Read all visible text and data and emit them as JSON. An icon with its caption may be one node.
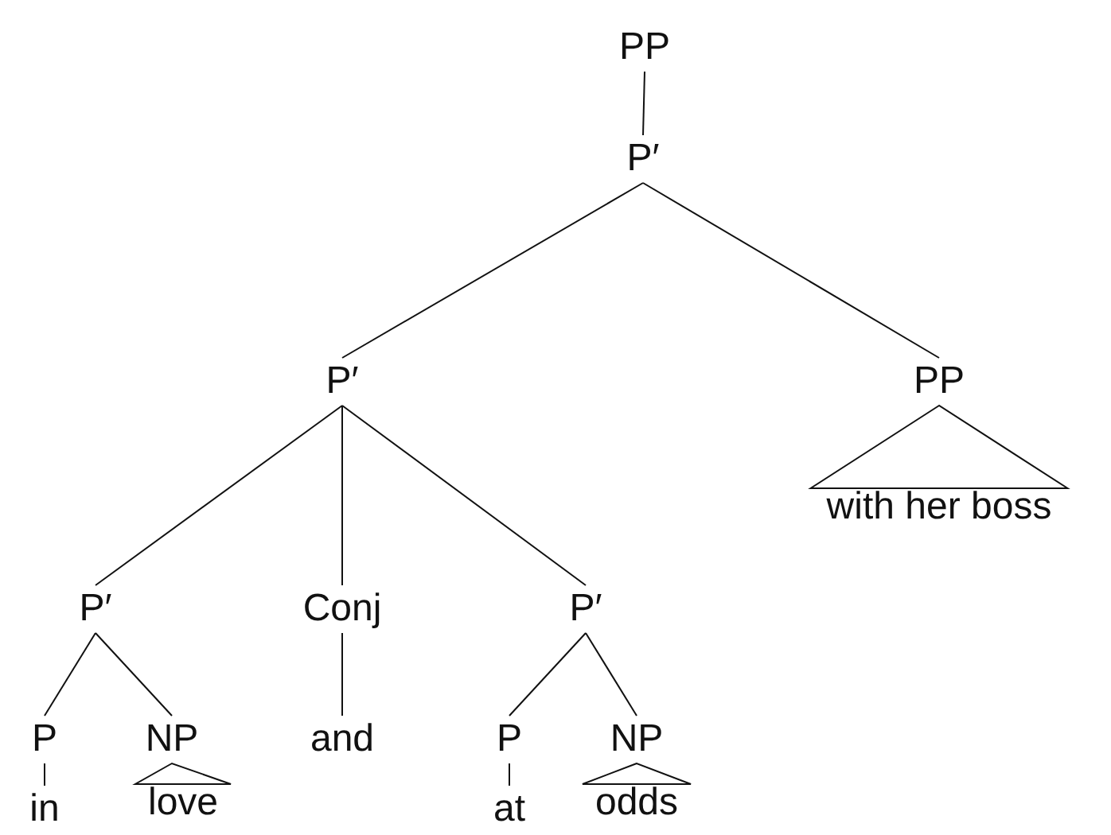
{
  "diagram": {
    "nodes": [
      {
        "text": [
          "PP"
        ]
      },
      {
        "text": [
          "P′"
        ]
      },
      {
        "text": [
          "P′"
        ]
      },
      {
        "text": [
          "PP"
        ]
      },
      {
        "text": [
          "with her boss"
        ]
      },
      {
        "text": [
          "P′"
        ]
      },
      {
        "text": [
          "Conj"
        ]
      },
      {
        "text": [
          "P′"
        ]
      },
      {
        "text": [
          "P"
        ]
      },
      {
        "text": [
          "NP"
        ]
      },
      {
        "text": [
          "and"
        ]
      },
      {
        "text": [
          "P"
        ]
      },
      {
        "text": [
          "NP"
        ]
      },
      {
        "text": [
          "in"
        ]
      },
      {
        "text": [
          "love"
        ]
      },
      {
        "text": [
          "at"
        ]
      },
      {
        "text": [
          "odds"
        ]
      }
    ],
    "edges": [
      {
        "from": 0,
        "to": 1,
        "arrow": "none"
      },
      {
        "from": 1,
        "to": 2,
        "arrow": "none"
      },
      {
        "from": 1,
        "to": 3,
        "arrow": "none"
      },
      {
        "from": 3,
        "to": 4,
        "arrow": "none"
      },
      {
        "from": 2,
        "to": 5,
        "arrow": "none"
      },
      {
        "from": 2,
        "to": 6,
        "arrow": "none"
      },
      {
        "from": 2,
        "to": 7,
        "arrow": "none"
      },
      {
        "from": 5,
        "to": 8,
        "arrow": "none"
      },
      {
        "from": 5,
        "to": 9,
        "arrow": "none"
      },
      {
        "from": 6,
        "to": 10,
        "arrow": "none"
      },
      {
        "from": 7,
        "to": 11,
        "arrow": "none"
      },
      {
        "from": 7,
        "to": 12,
        "arrow": "none"
      },
      {
        "from": 8,
        "to": 13,
        "arrow": "none"
      },
      {
        "from": 9,
        "to": 14,
        "arrow": "none"
      },
      {
        "from": 11,
        "to": 15,
        "arrow": "none"
      },
      {
        "from": 12,
        "to": 16,
        "arrow": "none"
      }
    ]
  }
}
